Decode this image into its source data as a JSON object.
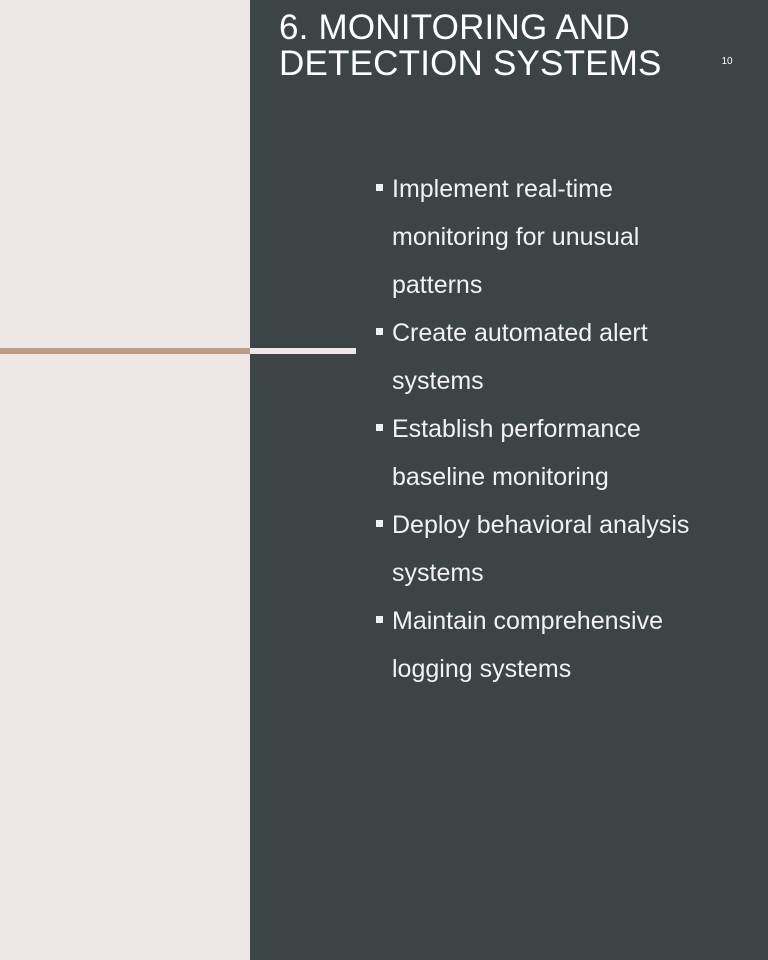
{
  "slide": {
    "title": "6. MONITORING AND DETECTION SYSTEMS",
    "page_number": "10",
    "bullets": [
      "Implement real-time monitoring for unusual patterns",
      "Create automated alert systems",
      "Establish performance baseline monitoring",
      "Deploy behavioral analysis systems",
      "Maintain comprehensive logging systems"
    ]
  },
  "colors": {
    "left_background": "#EDE8E5",
    "right_background": "#3C4446",
    "accent_line": "#BC9A88",
    "text": "#FFFFFF"
  }
}
